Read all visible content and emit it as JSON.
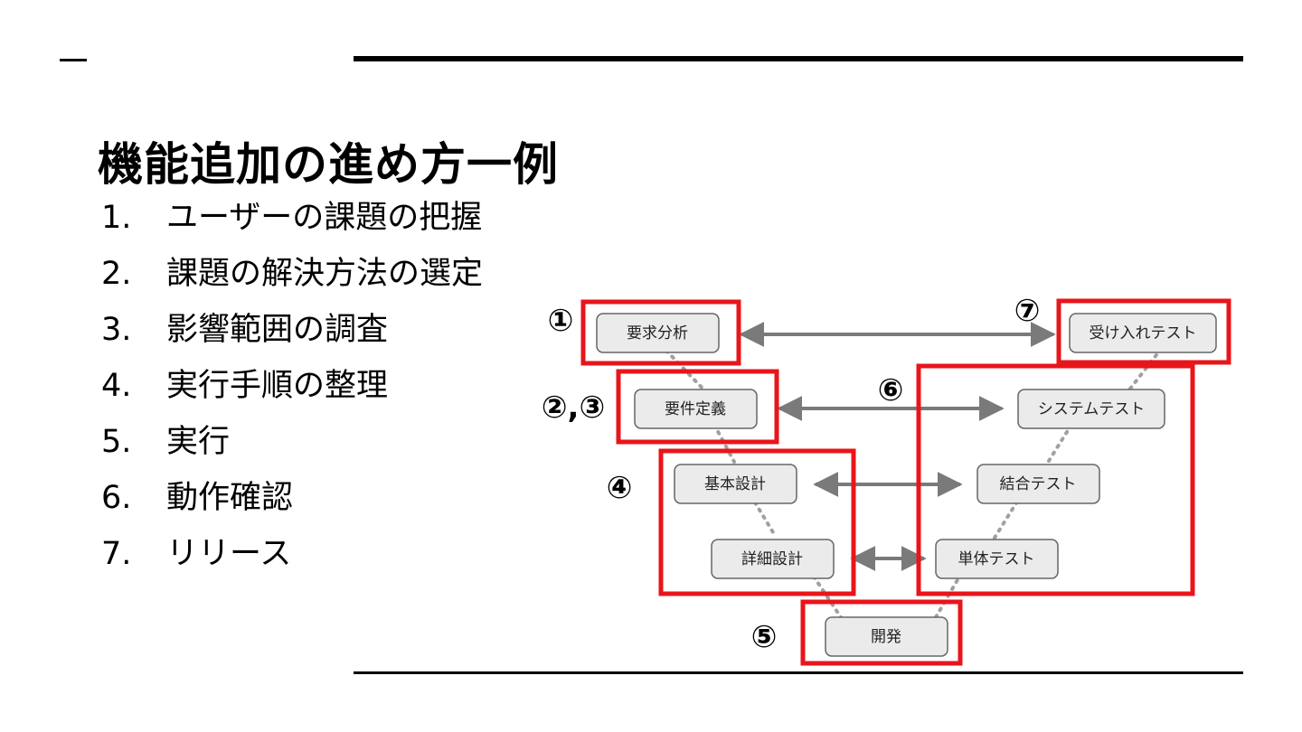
{
  "title": "機能追加の進め方一例",
  "steps": [
    {
      "number": "1.",
      "text": "ユーザーの課題の把握"
    },
    {
      "number": "2.",
      "text": "課題の解決方法の選定"
    },
    {
      "number": "3.",
      "text": "影響範囲の調査"
    },
    {
      "number": "4.",
      "text": "実行手順の整理"
    },
    {
      "number": "5.",
      "text": "実行"
    },
    {
      "number": "6.",
      "text": "動作確認"
    },
    {
      "number": "7.",
      "text": "リリース"
    }
  ],
  "diagram": {
    "left_phases": [
      "要求分析",
      "要件定義",
      "基本設計",
      "詳細設計"
    ],
    "bottom_phase": "開発",
    "right_phases": [
      "単体テスト",
      "結合テスト",
      "システムテスト",
      "受け入れテスト"
    ],
    "markers": [
      "①",
      "②,③",
      "④",
      "⑤",
      "⑥",
      "⑦"
    ],
    "colors": {
      "highlight": "#e8151b",
      "box_fill": "#ebebeb",
      "box_border": "#666666",
      "arrow": "#7a7a7a",
      "dotted": "#a0a0a0"
    }
  }
}
